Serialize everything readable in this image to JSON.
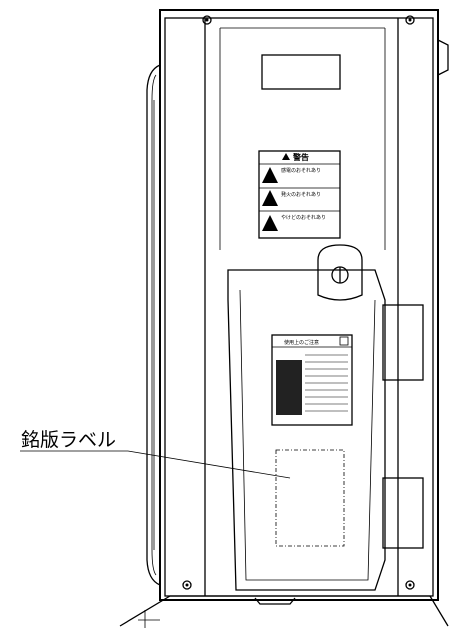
{
  "callout": {
    "label": "銘版ラベル"
  },
  "warning_label": {
    "title": "警告",
    "sections": [
      "感電のおそれあり",
      "発火のおそれあり",
      "やけどのおそれあり"
    ]
  },
  "caution_label": {
    "title": "使用上のご注意"
  }
}
